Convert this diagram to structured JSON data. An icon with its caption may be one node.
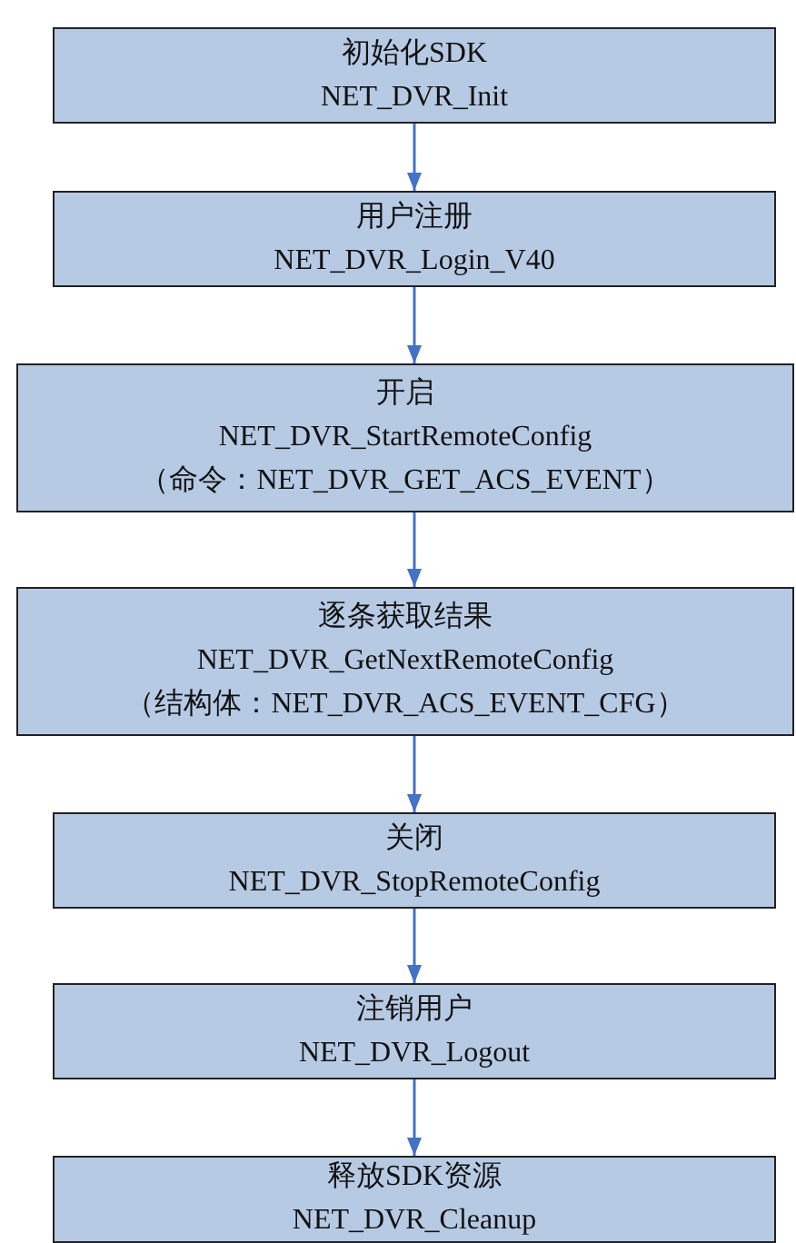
{
  "diagram": {
    "nodes": [
      {
        "text": [
          "初始化SDK",
          "NET_DVR_Init"
        ]
      },
      {
        "text": [
          "用户注册",
          "NET_DVR_Login_V40"
        ]
      },
      {
        "text": [
          "开启",
          "NET_DVR_StartRemoteConfig",
          "（命令：NET_DVR_GET_ACS_EVENT）"
        ]
      },
      {
        "text": [
          "逐条获取结果",
          "NET_DVR_GetNextRemoteConfig",
          "（结构体：NET_DVR_ACS_EVENT_CFG）"
        ]
      },
      {
        "text": [
          "关闭",
          "NET_DVR_StopRemoteConfig"
        ]
      },
      {
        "text": [
          "注销用户",
          "NET_DVR_Logout"
        ]
      },
      {
        "text": [
          "释放SDK资源",
          "NET_DVR_Cleanup"
        ]
      }
    ],
    "edges": [
      {
        "from": 0,
        "to": 1,
        "arrow": "to"
      },
      {
        "from": 1,
        "to": 2,
        "arrow": "to"
      },
      {
        "from": 2,
        "to": 3,
        "arrow": "to"
      },
      {
        "from": 3,
        "to": 4,
        "arrow": "to"
      },
      {
        "from": 4,
        "to": 5,
        "arrow": "to"
      },
      {
        "from": 5,
        "to": 6,
        "arrow": "to"
      }
    ]
  }
}
